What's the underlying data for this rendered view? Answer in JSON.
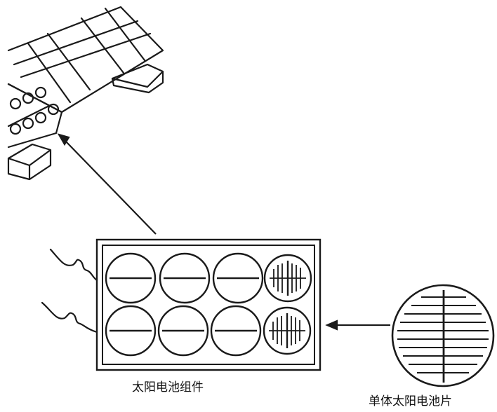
{
  "labels": {
    "module": "太阳电池组件",
    "single_cell": "单体太阳电池片"
  },
  "diagram": {
    "stroke_color": "#1a1a1a",
    "module_cells": {
      "rows": 2,
      "cols": 4,
      "gridded_column": 4
    }
  }
}
